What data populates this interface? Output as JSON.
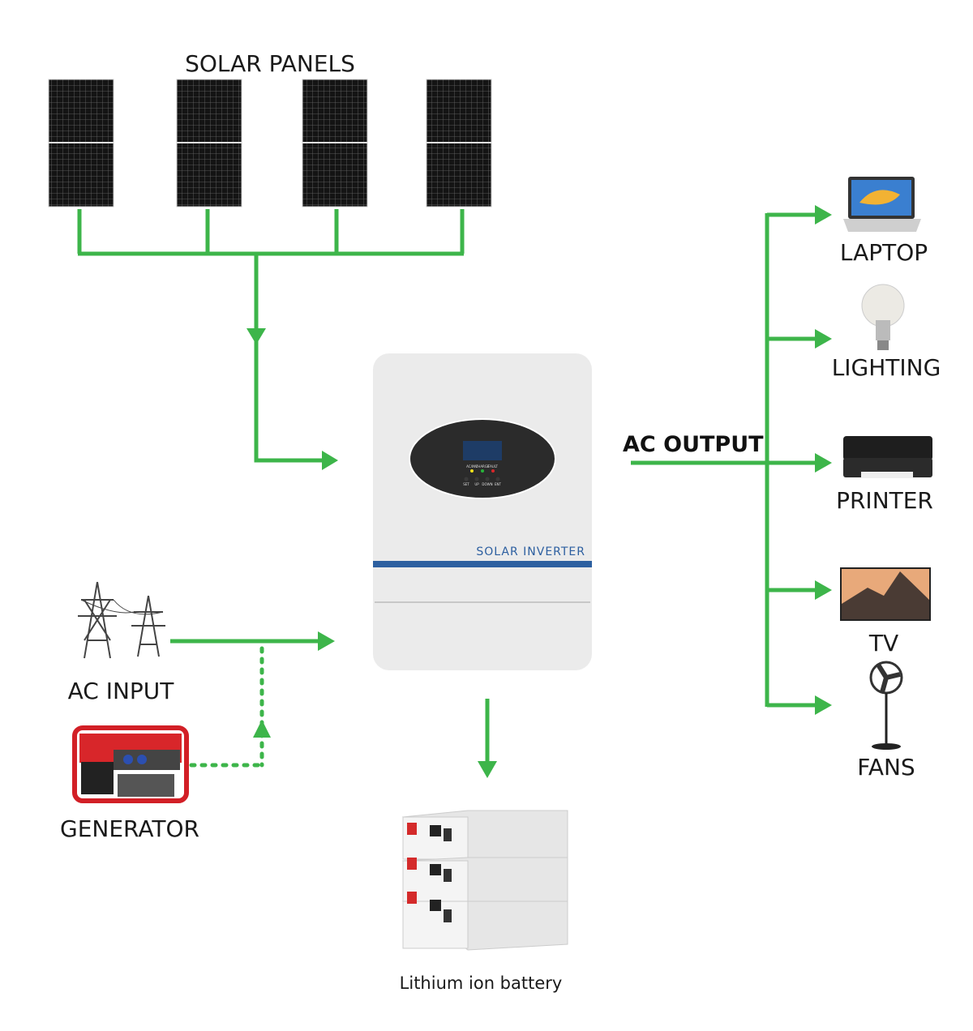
{
  "labels": {
    "solar_panels": "SOLAR PANELS",
    "solar_inverter": "SOLAR INVERTER",
    "ac_output": "AC OUTPUT",
    "ac_input": "AC INPUT",
    "generator": "GENERATOR",
    "battery": "Lithium ion battery",
    "laptop": "LAPTOP",
    "lighting": "LIGHTING",
    "printer": "PRINTER",
    "tv": "TV",
    "fans": "FANS"
  },
  "inverter_panel": {
    "indicators": [
      "AC/INV",
      "CHARGE",
      "FAULT"
    ],
    "buttons": [
      "SET",
      "UP",
      "DOWN",
      "ENT"
    ]
  },
  "colors": {
    "flow_line": "#3db54a",
    "inverter_stripe": "#2d5fa0",
    "inverter_label": "#2d5fa0",
    "indicator_acinv": "#f2e21a",
    "indicator_charge": "#27b33a",
    "indicator_fault": "#d8262a"
  },
  "icons": [
    "solar-panel",
    "power-tower",
    "generator",
    "solar-inverter",
    "battery-rack",
    "laptop",
    "light-bulb",
    "printer",
    "tv",
    "fan"
  ]
}
